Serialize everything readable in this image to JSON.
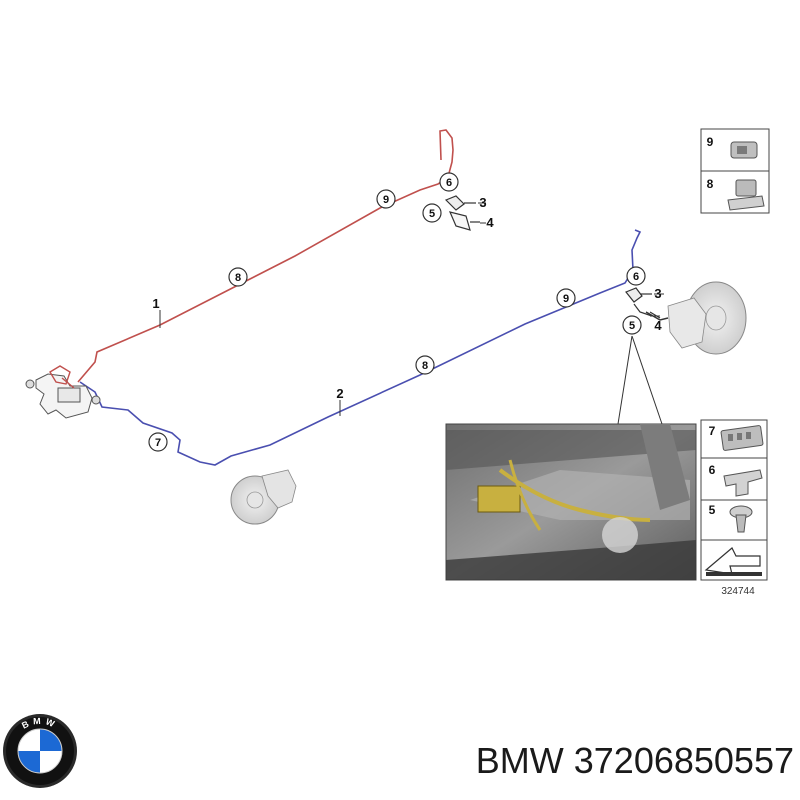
{
  "diagram": {
    "callouts": {
      "top_pipe": [
        {
          "id": "top-9",
          "label": "9"
        },
        {
          "id": "top-8",
          "label": "8"
        },
        {
          "id": "top-6",
          "label": "6"
        },
        {
          "id": "top-5",
          "label": "5"
        }
      ],
      "bottom_pipe": [
        {
          "id": "bot-9",
          "label": "9"
        },
        {
          "id": "bot-8",
          "label": "8"
        },
        {
          "id": "bot-7",
          "label": "7"
        },
        {
          "id": "bot-6",
          "label": "6"
        },
        {
          "id": "bot-5",
          "label": "5"
        }
      ]
    },
    "part_labels": {
      "line_1": "1",
      "line_2": "2",
      "top_3": "3",
      "top_4": "4",
      "bot_3": "3",
      "bot_4": "4"
    },
    "legend_top": [
      {
        "id": "legend-9",
        "label": "9",
        "part": "clip"
      },
      {
        "id": "legend-8",
        "label": "8",
        "part": "holder"
      }
    ],
    "legend_bottom": [
      {
        "id": "legend-7",
        "label": "7",
        "part": "multi-clip"
      },
      {
        "id": "legend-6",
        "label": "6",
        "part": "bracket"
      },
      {
        "id": "legend-5",
        "label": "5",
        "part": "push-rivet"
      }
    ],
    "reference_number": "324744",
    "colors": {
      "line_red": "#c0504d",
      "line_blue": "#4a4fb0",
      "outline": "#333333",
      "photo_bg": "#8a8a8a",
      "pipe_yellow": "#c8b040"
    }
  },
  "branding": {
    "brand": "BMW",
    "part_number": "37206850557",
    "logo_letters": "BMW"
  }
}
